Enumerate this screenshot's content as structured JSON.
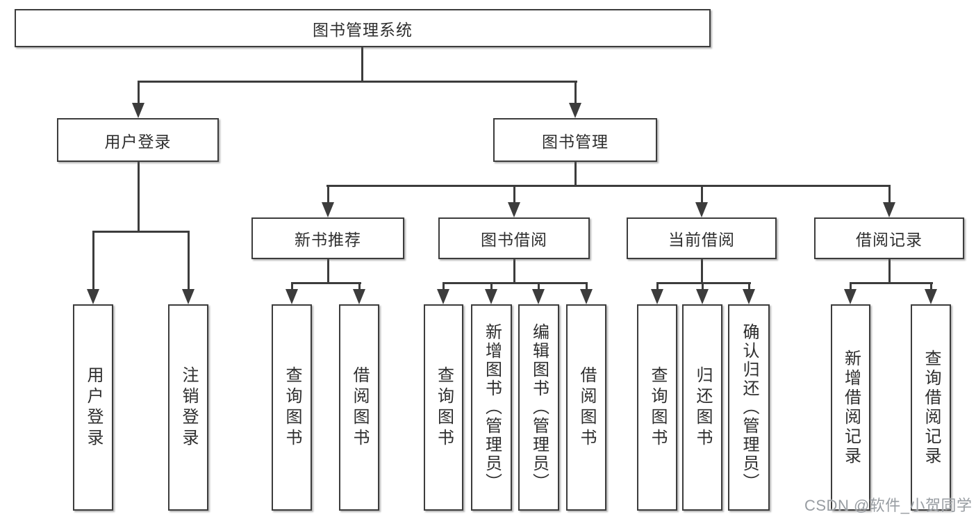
{
  "nodes": {
    "root": "图书管理系统",
    "user_login": "用户登录",
    "book_management": "图书管理",
    "leaf_user_login": "用户登录",
    "leaf_logout": "注销登录",
    "new_book_recommend": "新书推荐",
    "book_borrow": "图书借阅",
    "current_borrow": "当前借阅",
    "borrow_records": "借阅记录",
    "nb_query_book": "查询图书",
    "nb_borrow_book": "借阅图书",
    "bb_query_book": "查询图书",
    "bb_add_book": "新增图书（管理员）",
    "bb_edit_book": "编辑图书（管理员）",
    "bb_borrow_book": "借阅图书",
    "cb_query_book": "查询图书",
    "cb_return_book": "归还图书",
    "cb_confirm_return": "确认归还（管理员）",
    "br_add_record": "新增借阅记录",
    "br_query_record": "查询借阅记录"
  },
  "watermark": {
    "text": "CSDN @软件_小贺同学"
  },
  "colors": {
    "line": "#3c3c3c",
    "text": "#2e2e2e",
    "watermark": "#989da2",
    "background": "#ffffff"
  }
}
